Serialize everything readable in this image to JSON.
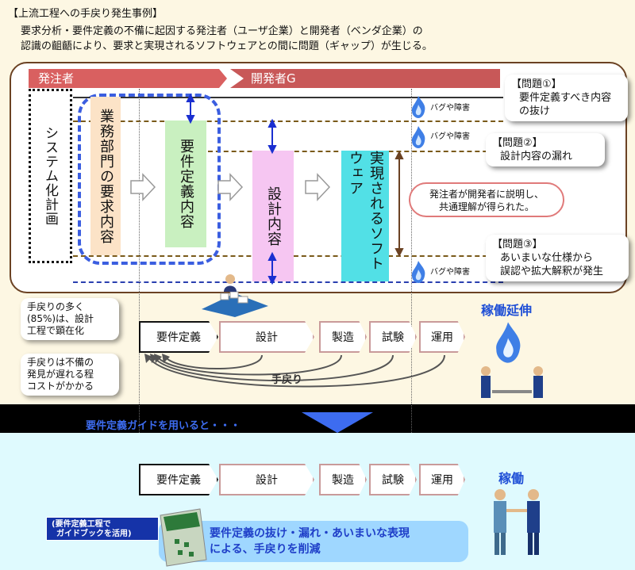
{
  "header": {
    "title": "【上流工程への手戻り発生事例】",
    "intro_line1": "要求分析・要件定義の不備に起因する発注者（ユーザ企業）と開発者（ベンダ企業）の",
    "intro_line2": "認識の齟齬により、要求と実現されるソフトウェアとの間に問題（ギャップ）が生じる。"
  },
  "bands": {
    "orderer": "発注者",
    "developer": "開発者G"
  },
  "boxes": {
    "system_plan": "システム化計画",
    "business_req": "業務部門の要求内容",
    "req_def": "要件定義内容",
    "design": "設計内容",
    "software": "実現されるソフトウェア"
  },
  "bug_label": "バグや障害",
  "problems": {
    "p1_title": "【問題①】",
    "p1_body1": "要件定義すべき内容",
    "p1_body2": "の抜け",
    "p2_title": "【問題②】",
    "p2_body": "設計内容の漏れ",
    "p3_title": "【問題③】",
    "p3_body1": "あいまいな仕様から",
    "p3_body2": "誤認や拡大解釈が発生"
  },
  "explain_bubble": {
    "line1": "発注者が開発者に説明し、",
    "line2": "共通理解が得られた。"
  },
  "notes": {
    "n1_line1": "手戻りの多く",
    "n1_line2": "(85%)は、設計",
    "n1_line3": "工程で顕在化",
    "n2_line1": "手戻りは不備の",
    "n2_line2": "発見が遅れる程",
    "n2_line3": "コストがかかる"
  },
  "process": [
    "要件定義",
    "設計",
    "製造",
    "試験",
    "運用"
  ],
  "rework_label": "手戻り",
  "extended_label": "稼働延伸",
  "guide_text": "要件定義ガイドを用いると・・・",
  "operation_label": "稼働",
  "tag": {
    "line1": "(要件定義工程で",
    "line2": "ガイドブックを活用)"
  },
  "result": {
    "line1": "要件定義の抜け・漏れ・あいまいな表現",
    "line2": "による、手戻りを削減"
  },
  "colors": {
    "band_orderer": "#d96060",
    "band_developer": "#c85858",
    "frame": "#6b4223",
    "dash_blue": "#3b5ee0",
    "accent_blue": "#1f4fd6"
  }
}
